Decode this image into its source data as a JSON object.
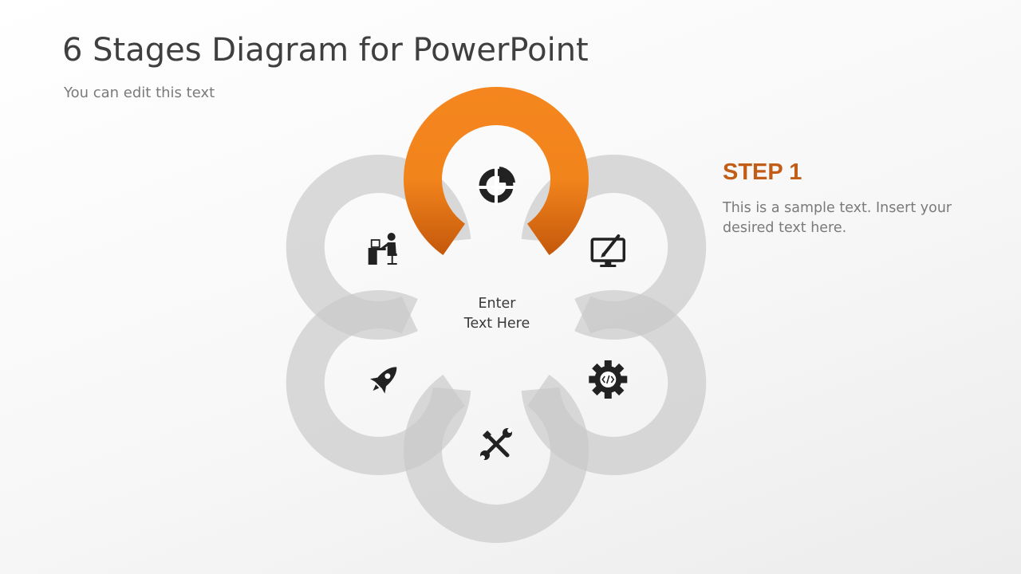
{
  "slide": {
    "title": "6 Stages Diagram for PowerPoint",
    "subtitle": "You can edit this text"
  },
  "diagram": {
    "center_text_line1": "Enter",
    "center_text_line2": "Text Here",
    "active_stage": 1,
    "colors": {
      "active_light": "#f5861f",
      "active_dark": "#c4580b",
      "inactive": "#c8c8c8",
      "icon": "#222222"
    },
    "stages": [
      {
        "icon": "pie-chart-icon"
      },
      {
        "icon": "monitor-pen-icon"
      },
      {
        "icon": "gear-code-icon"
      },
      {
        "icon": "wrench-screwdriver-icon"
      },
      {
        "icon": "rocket-icon"
      },
      {
        "icon": "person-at-desk-icon"
      }
    ]
  },
  "step": {
    "title": "STEP 1",
    "text": "This is a sample text.  Insert your desired text here."
  }
}
